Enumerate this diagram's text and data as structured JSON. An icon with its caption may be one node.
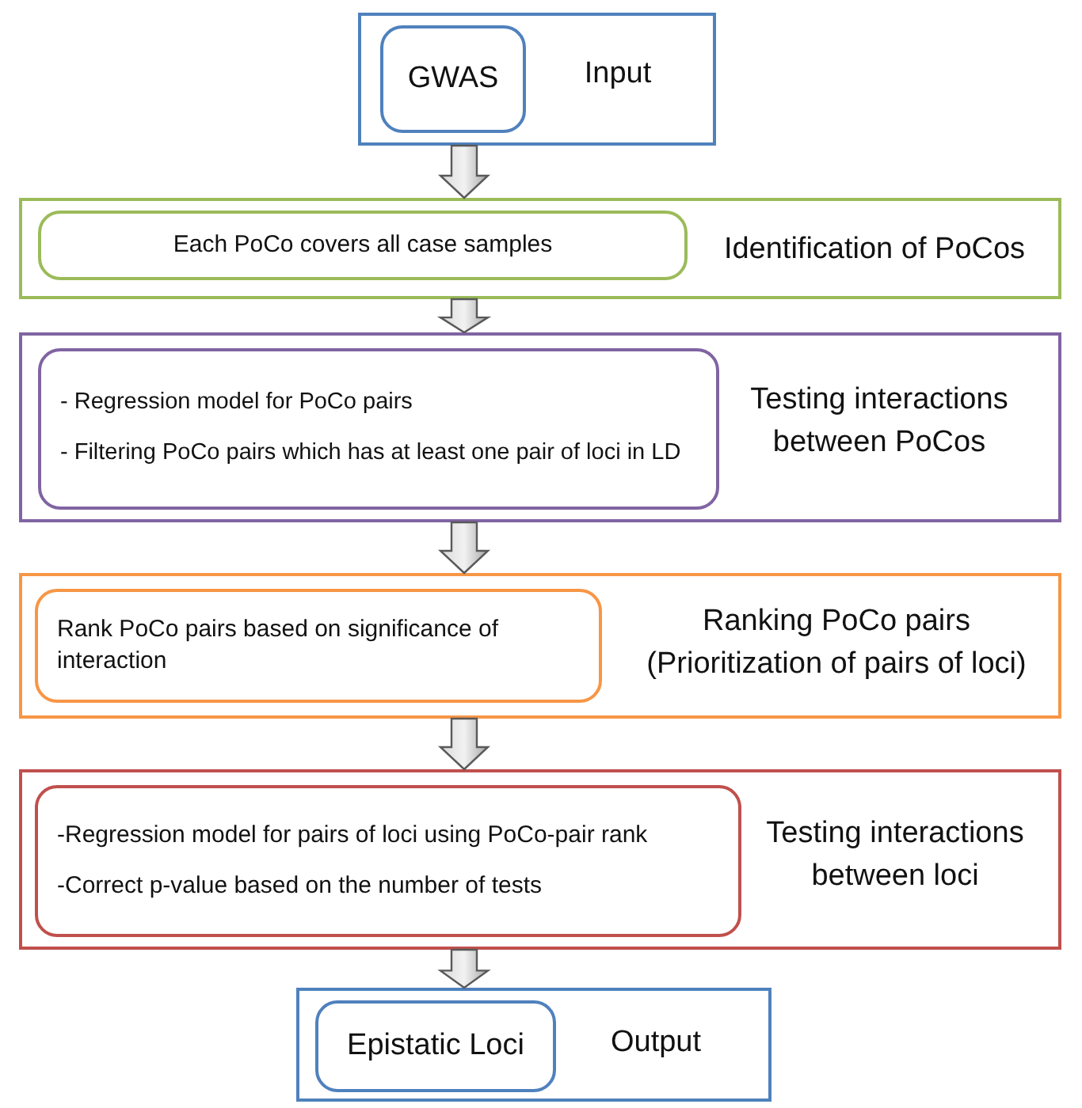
{
  "diagram": {
    "nodes": [
      {
        "text": [
          "Input"
        ]
      },
      {
        "text": [
          "GWAS"
        ],
        "in": 0
      },
      {
        "text": [
          "Identification of PoCos"
        ]
      },
      {
        "text": [
          "Each PoCo covers all case samples"
        ],
        "in": 2
      },
      {
        "text": [
          "Testing interactions between PoCos"
        ]
      },
      {
        "text": [
          "- Regression model for PoCo pairs",
          "- Filtering PoCo pairs which has at least one pair of loci in LD"
        ],
        "in": 4
      },
      {
        "text": [
          "Ranking PoCo pairs (Prioritization of pairs of loci)"
        ]
      },
      {
        "text": [
          "Rank PoCo pairs based on significance of interaction"
        ],
        "in": 6
      },
      {
        "text": [
          "Testing interactions between loci"
        ]
      },
      {
        "text": [
          "-Regression model for pairs of loci using PoCo-pair rank",
          "-Correct p-value based on the number of tests"
        ],
        "in": 8
      },
      {
        "text": [
          "Output"
        ]
      },
      {
        "text": [
          "Epistatic Loci"
        ],
        "in": 10
      }
    ],
    "edges": [
      {
        "from": 0,
        "to": 2,
        "arrow": "to",
        "style": "thick"
      },
      {
        "from": 2,
        "to": 4,
        "arrow": "to",
        "style": "thick"
      },
      {
        "from": 4,
        "to": 6,
        "arrow": "to",
        "style": "thick"
      },
      {
        "from": 6,
        "to": 8,
        "arrow": "to",
        "style": "thick"
      },
      {
        "from": 8,
        "to": 10,
        "arrow": "to",
        "style": "thick"
      }
    ]
  }
}
